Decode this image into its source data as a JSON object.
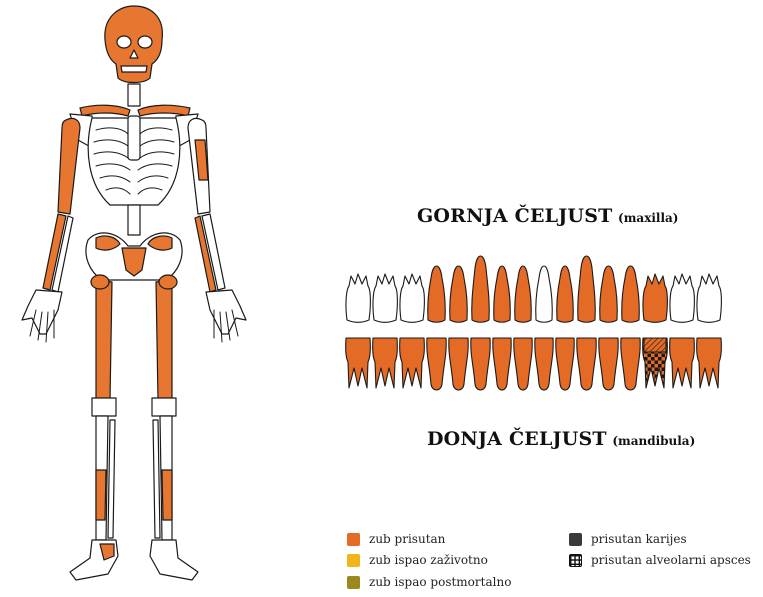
{
  "colors": {
    "bone_present": "#e67630",
    "outline": "#1a1a1a",
    "tooth_present": "#e36b26",
    "tooth_lost_antemortem": "#f1b51c",
    "tooth_lost_postmortem": "#9a8a1e",
    "caries": "#3a3a3a"
  },
  "jaw": {
    "upper_title": "GORNJA ČELJUST",
    "upper_subtitle": "(maxilla)",
    "lower_title": "DONJA ČELJUST",
    "lower_subtitle": "(mandibula)",
    "upper_teeth": [
      {
        "type": "molar",
        "status": "absent"
      },
      {
        "type": "molar",
        "status": "absent"
      },
      {
        "type": "molar",
        "status": "absent"
      },
      {
        "type": "premolar",
        "status": "present"
      },
      {
        "type": "premolar",
        "status": "present"
      },
      {
        "type": "canine",
        "status": "present"
      },
      {
        "type": "incisor",
        "status": "present"
      },
      {
        "type": "incisor",
        "status": "present"
      },
      {
        "type": "incisor",
        "status": "absent"
      },
      {
        "type": "incisor",
        "status": "present"
      },
      {
        "type": "canine",
        "status": "present"
      },
      {
        "type": "premolar",
        "status": "present"
      },
      {
        "type": "premolar",
        "status": "present"
      },
      {
        "type": "molar",
        "status": "present"
      },
      {
        "type": "molar",
        "status": "absent"
      },
      {
        "type": "molar",
        "status": "absent"
      }
    ],
    "lower_teeth": [
      {
        "type": "molar",
        "status": "present"
      },
      {
        "type": "molar",
        "status": "present"
      },
      {
        "type": "molar",
        "status": "present"
      },
      {
        "type": "premolar",
        "status": "present"
      },
      {
        "type": "premolar",
        "status": "present"
      },
      {
        "type": "canine",
        "status": "present"
      },
      {
        "type": "incisor",
        "status": "present"
      },
      {
        "type": "incisor",
        "status": "present"
      },
      {
        "type": "incisor",
        "status": "present"
      },
      {
        "type": "incisor",
        "status": "present"
      },
      {
        "type": "canine",
        "status": "present"
      },
      {
        "type": "premolar",
        "status": "present"
      },
      {
        "type": "premolar",
        "status": "present"
      },
      {
        "type": "molar",
        "status": "abscess_caries"
      },
      {
        "type": "molar",
        "status": "present"
      },
      {
        "type": "molar",
        "status": "present"
      }
    ]
  },
  "legend": {
    "present": "zub prisutan",
    "lost_antemortem": "zub ispao zaživotno",
    "lost_postmortem": "zub ispao postmortalno",
    "caries": "prisutan karijes",
    "abscess": "prisutan alveolarni apsces"
  }
}
